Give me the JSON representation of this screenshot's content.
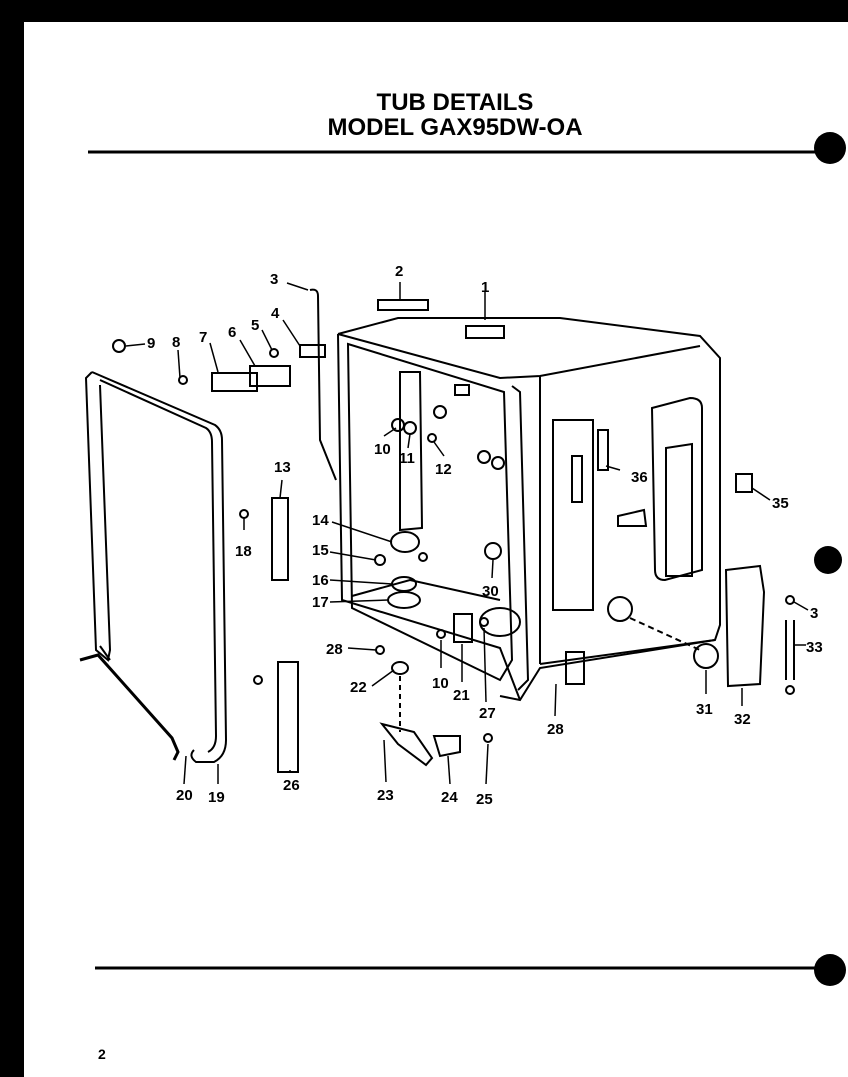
{
  "title": {
    "line1": "TUB  DETAILS",
    "line2": "MODEL GAX95DW-OA"
  },
  "page_number": "2",
  "parts": {
    "p1": "1",
    "p2": "2",
    "p3": "3",
    "p4": "4",
    "p5": "5",
    "p6": "6",
    "p7": "7",
    "p8": "8",
    "p9": "9",
    "p10a": "10",
    "p10b": "10",
    "p11": "11",
    "p12": "12",
    "p13": "13",
    "p14": "14",
    "p15": "15",
    "p16": "16",
    "p17": "17",
    "p18": "18",
    "p19": "19",
    "p20": "20",
    "p21": "21",
    "p22": "22",
    "p23": "23",
    "p24": "24",
    "p25": "25",
    "p26": "26",
    "p27": "27",
    "p28a": "28",
    "p28b": "28",
    "p30": "30",
    "p31": "31",
    "p32": "32",
    "p33": "33",
    "p34": "3",
    "p35": "35",
    "p36": "36"
  }
}
